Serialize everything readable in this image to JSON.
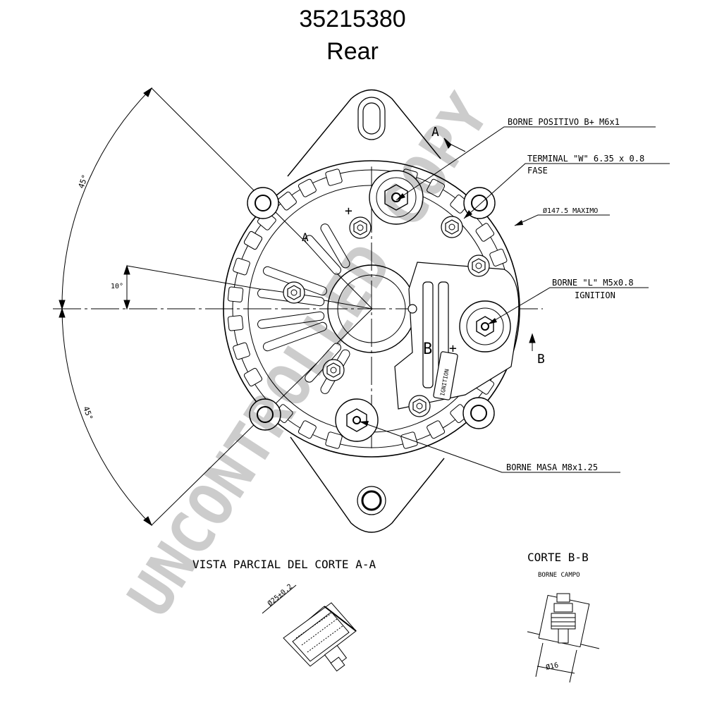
{
  "header": {
    "part_number": "35215380",
    "view": "Rear"
  },
  "callouts": {
    "borne_positivo": "BORNE POSITIVO B+ M6x1",
    "terminal_w": "TERMINAL \"W\" 6.35 x 0.8",
    "fase": "FASE",
    "diameter_max": "Ø147.5 MAXIMO",
    "borne_l": "BORNE \"L\" M5x0.8",
    "ignition": "IGNITION",
    "borne_masa": "BORNE MASA M8x1.25"
  },
  "dimensions": {
    "angle_top": "45°",
    "angle_mid": "10°",
    "angle_bottom": "45°",
    "section_a": "A",
    "section_a2": "A",
    "section_b": "B",
    "section_b2": "B"
  },
  "body_labels": {
    "plus": "+",
    "plus2": "+",
    "b_mark": "B",
    "ignition_plate": "IGNITION"
  },
  "sections": {
    "vista_parcial": "VISTA PARCIAL DEL CORTE A-A",
    "a_dim": "Ø25±0.2",
    "corte_bb": "CORTE B-B",
    "borne_campo": "BORNE CAMPO",
    "b_dim": "Ø16"
  },
  "watermark": {
    "text": "UNCONTROLLED COPY"
  }
}
